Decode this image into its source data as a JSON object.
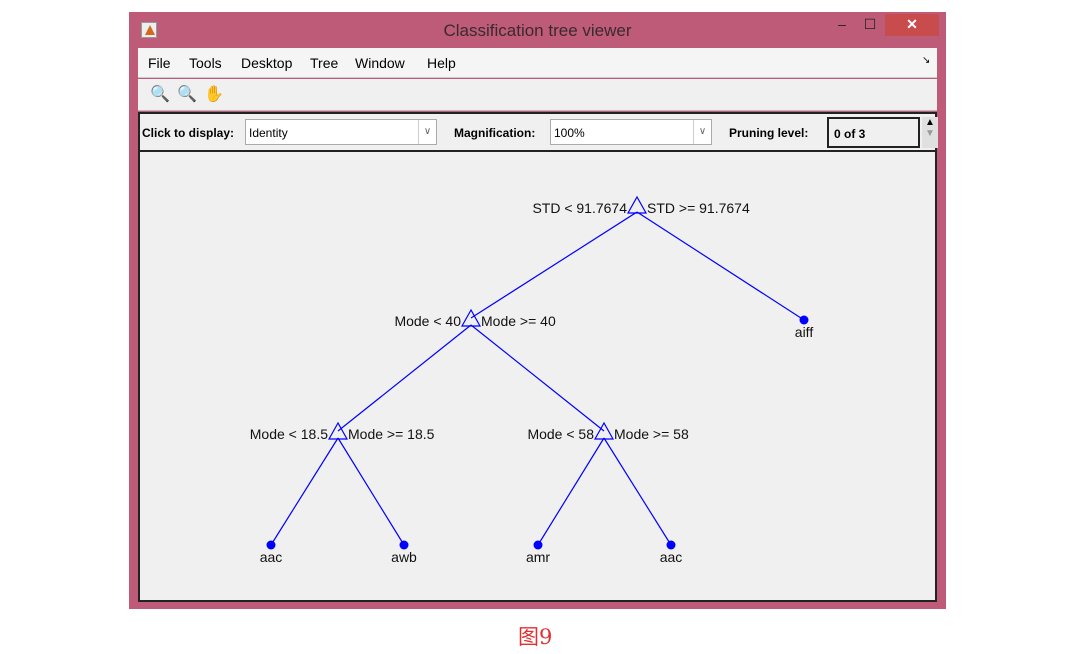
{
  "window": {
    "title": "Classification tree viewer",
    "minimize": "‒",
    "maximize": "☐",
    "close": "✕"
  },
  "menu": [
    "File",
    "Tools",
    "Desktop",
    "Tree",
    "Window",
    "Help"
  ],
  "toolbar": {
    "zoom_in": "🔍",
    "zoom_out": "🔍",
    "pan": "✋"
  },
  "controls": {
    "display_label": "Click to display:",
    "display_value": "Identity",
    "magnification_label": "Magnification:",
    "magnification_value": "100%",
    "pruning_label": "Pruning level:",
    "pruning_value": "0 of 3"
  },
  "tree": {
    "nodes": [
      {
        "id": 0,
        "type": "split",
        "left": "STD < 91.7674",
        "right": "STD >= 91.7674",
        "children": [
          1,
          2
        ]
      },
      {
        "id": 1,
        "type": "split",
        "left": "Mode < 40",
        "right": "Mode >= 40",
        "children": [
          3,
          4
        ]
      },
      {
        "id": 2,
        "type": "leaf",
        "label": "aiff"
      },
      {
        "id": 3,
        "type": "split",
        "left": "Mode < 18.5",
        "right": "Mode >= 18.5",
        "children": [
          5,
          6
        ]
      },
      {
        "id": 4,
        "type": "split",
        "left": "Mode < 58",
        "right": "Mode >= 58",
        "children": [
          7,
          8
        ]
      },
      {
        "id": 5,
        "type": "leaf",
        "label": "aac"
      },
      {
        "id": 6,
        "type": "leaf",
        "label": "awb"
      },
      {
        "id": 7,
        "type": "leaf",
        "label": "amr"
      },
      {
        "id": 8,
        "type": "leaf",
        "label": "aac"
      }
    ],
    "color": "#0000ff"
  },
  "caption": "图9"
}
